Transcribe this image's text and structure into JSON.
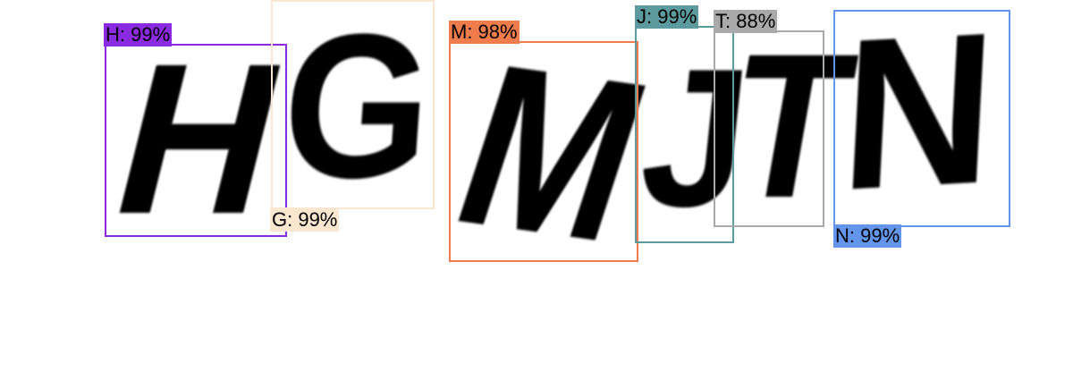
{
  "detections": [
    {
      "char": "H",
      "label": "H: 99%",
      "color": "#8a2be2"
    },
    {
      "char": "G",
      "label": "G: 99%",
      "color": "#fbe6cf"
    },
    {
      "char": "M",
      "label": "M: 98%",
      "color": "#f07c4e"
    },
    {
      "char": "J",
      "label": "J: 99%",
      "color": "#5d9a9e"
    },
    {
      "char": "T",
      "label": "T: 88%",
      "color": "#a9a9a9"
    },
    {
      "char": "N",
      "label": "N: 99%",
      "color": "#6495ed"
    }
  ]
}
